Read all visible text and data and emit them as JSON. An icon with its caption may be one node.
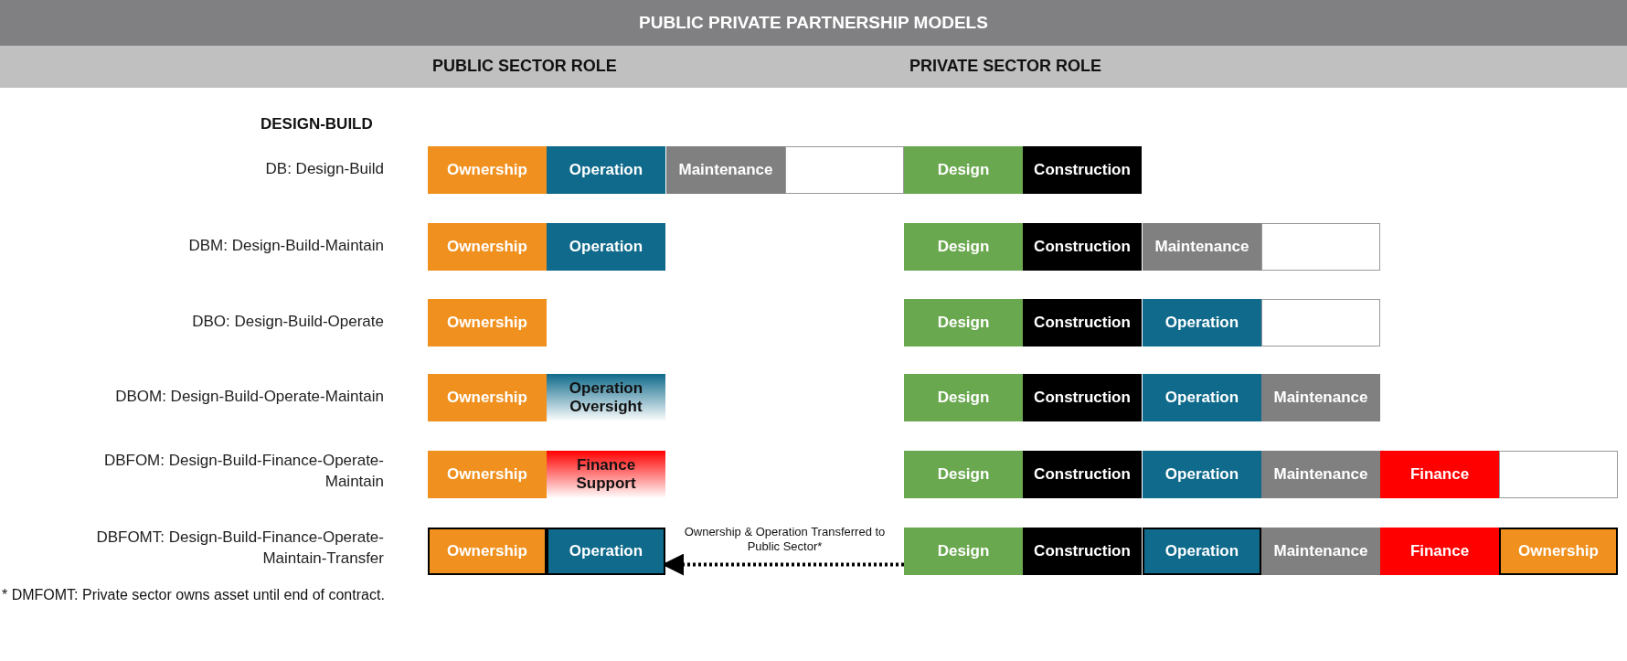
{
  "diagram": {
    "title": "PUBLIC PRIVATE PARTNERSHIP MODELS",
    "caption": "* DMFOMT: Private sector owns asset until end of contract.",
    "nodes": [
      {
        "text": [
          "Ownership"
        ]
      },
      {
        "text": [
          "Operation"
        ]
      },
      {
        "text": [
          "Maintenance"
        ]
      },
      {
        "text": [],
        "shape": "box"
      },
      {
        "text": [
          "Design"
        ]
      },
      {
        "text": [
          "Construction"
        ]
      },
      {
        "text": [
          "Ownership"
        ]
      },
      {
        "text": [
          "Operation"
        ]
      },
      {
        "text": [
          "Design"
        ]
      },
      {
        "text": [
          "Construction"
        ]
      },
      {
        "text": [
          "Maintenance"
        ]
      },
      {
        "text": [],
        "shape": "box"
      },
      {
        "text": [
          "Ownership"
        ]
      },
      {
        "text": [
          "Design"
        ]
      },
      {
        "text": [
          "Construction"
        ]
      },
      {
        "text": [
          "Operation"
        ]
      },
      {
        "text": [],
        "shape": "box"
      },
      {
        "text": [
          "Ownership"
        ]
      },
      {
        "text": [
          "Operation Oversight"
        ]
      },
      {
        "text": [
          "Design"
        ]
      },
      {
        "text": [
          "Construction"
        ]
      },
      {
        "text": [
          "Operation"
        ]
      },
      {
        "text": [
          "Maintenance"
        ]
      },
      {
        "text": [
          "Ownership"
        ]
      },
      {
        "text": [
          "Finance Support"
        ]
      },
      {
        "text": [
          "Design"
        ]
      },
      {
        "text": [
          "Construction"
        ]
      },
      {
        "text": [
          "Operation"
        ]
      },
      {
        "text": [
          "Maintenance"
        ]
      },
      {
        "text": [
          "Finance"
        ]
      },
      {
        "text": [],
        "shape": "box"
      },
      {
        "text": [
          "Ownership"
        ]
      },
      {
        "text": [
          "Operation"
        ]
      },
      {
        "text": [
          "Design"
        ]
      },
      {
        "text": [
          "Construction"
        ]
      },
      {
        "text": [
          "Operation"
        ]
      },
      {
        "text": [
          "Maintenance"
        ]
      },
      {
        "text": [
          "Finance"
        ]
      },
      {
        "text": [
          "Ownership"
        ]
      }
    ],
    "edges": [
      {
        "from": 33,
        "to": 32,
        "arrow": "to",
        "style": "dashed",
        "label": "Ownership & Operation Transferred to Public Sector*"
      }
    ],
    "labels": [
      "PUBLIC SECTOR ROLE",
      "PRIVATE SECTOR ROLE",
      "DESIGN-BUILD",
      "DB: Design-Build",
      "DBM: Design-Build-Maintain",
      "DBO: Design-Build-Operate",
      "DBOM: Design-Build-Operate-Maintain",
      "DBFOM: Design-Build-Finance-Operate-Maintain",
      "DBFOMT: Design-Build-Finance-Operate-Maintain-Transfer"
    ]
  }
}
